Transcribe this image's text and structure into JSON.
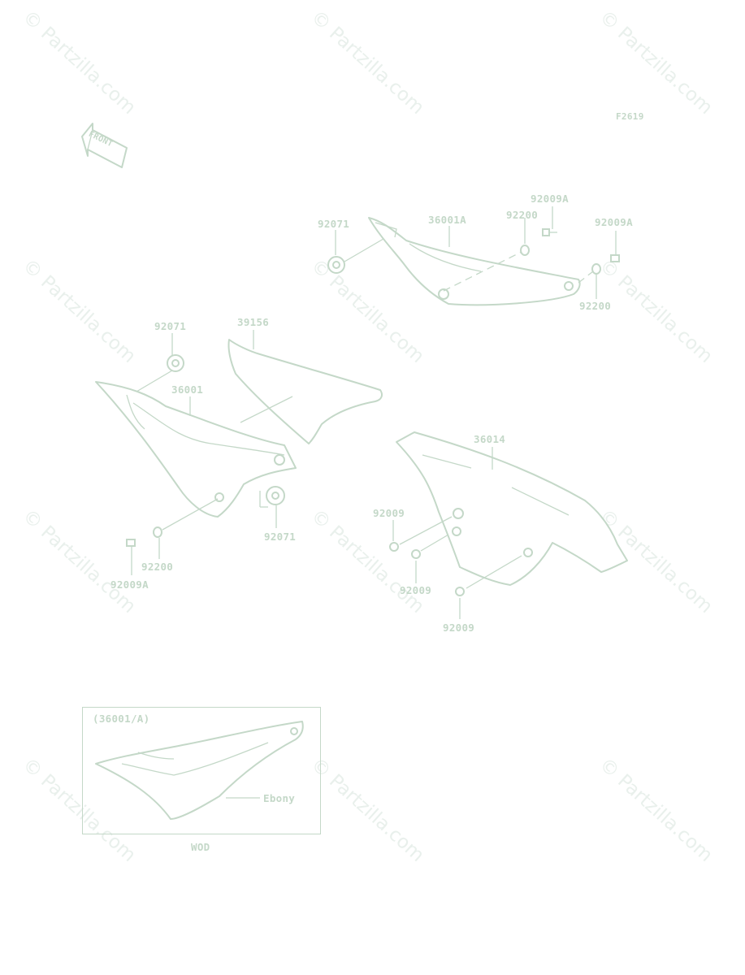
{
  "diagram_code": "F2619",
  "direction_label": "FRONT",
  "watermark_text": "© Partzilla.com",
  "watermarks": [
    "© Partzilla.com",
    "© Partzilla.com",
    "© Partzilla.com",
    "© Partzilla.com",
    "© Partzilla.com",
    "© Partzilla.com",
    "© Partzilla.com",
    "© Partzilla.com",
    "© Partzilla.com",
    "© Partzilla.com",
    "© Partzilla.com",
    "© Partzilla.com"
  ],
  "labels": {
    "p92071_top_right": "92071",
    "p36001a": "36001A",
    "p92200_top_right": "92200",
    "p92009a_top": "92009A",
    "p92009a_right": "92009A",
    "p92200_right": "92200",
    "p92071_left_top": "92071",
    "p39156": "39156",
    "p36001": "36001",
    "p92071_left_bottom": "92071",
    "p92200_left": "92200",
    "p92009a_left": "92009A",
    "p36014": "36014",
    "p92009_a": "92009",
    "p92009_b": "92009",
    "p92009_c": "92009"
  },
  "inset": {
    "title": "(36001/A)",
    "color_label": "Ebony",
    "caption": "WOD"
  },
  "colors": {
    "line": "#c4d8c8",
    "watermark": "#e9f0ec",
    "background": "#ffffff"
  }
}
